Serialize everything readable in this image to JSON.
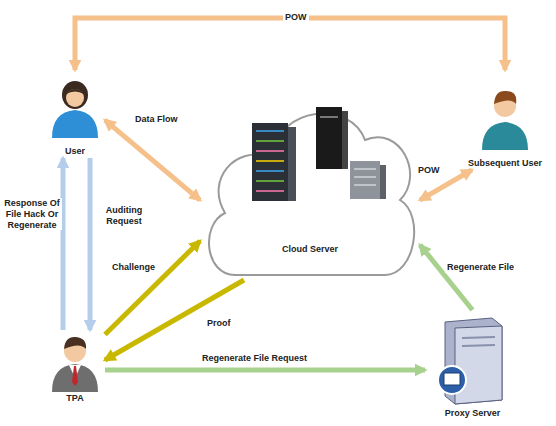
{
  "diagram": {
    "nodes": [
      {
        "text": [
          "User"
        ]
      },
      {
        "text": [
          "Subsequent User"
        ]
      },
      {
        "text": [
          "Cloud Server"
        ]
      },
      {
        "text": [
          "TPA"
        ]
      },
      {
        "text": [
          "Proxy Server"
        ]
      }
    ],
    "edges": [
      {
        "from": 0,
        "to": 1,
        "label": "POW",
        "arrow": "both"
      },
      {
        "from": 0,
        "to": 2,
        "label": "Data Flow",
        "arrow": "both"
      },
      {
        "from": 2,
        "to": 1,
        "label": "POW",
        "arrow": "both"
      },
      {
        "from": 0,
        "to": 3,
        "label": "Auditing Request",
        "arrow": "to"
      },
      {
        "from": 3,
        "to": 0,
        "label": "Response Of File Hack Or Regenerate",
        "arrow": "to"
      },
      {
        "from": 3,
        "to": 2,
        "label": "Challenge",
        "arrow": "to"
      },
      {
        "from": 2,
        "to": 3,
        "label": "Proof",
        "arrow": "to"
      },
      {
        "from": 3,
        "to": 4,
        "label": "Regenerate File Request",
        "arrow": "to"
      },
      {
        "from": 4,
        "to": 2,
        "label": "Regenerate File",
        "arrow": "to"
      }
    ]
  }
}
